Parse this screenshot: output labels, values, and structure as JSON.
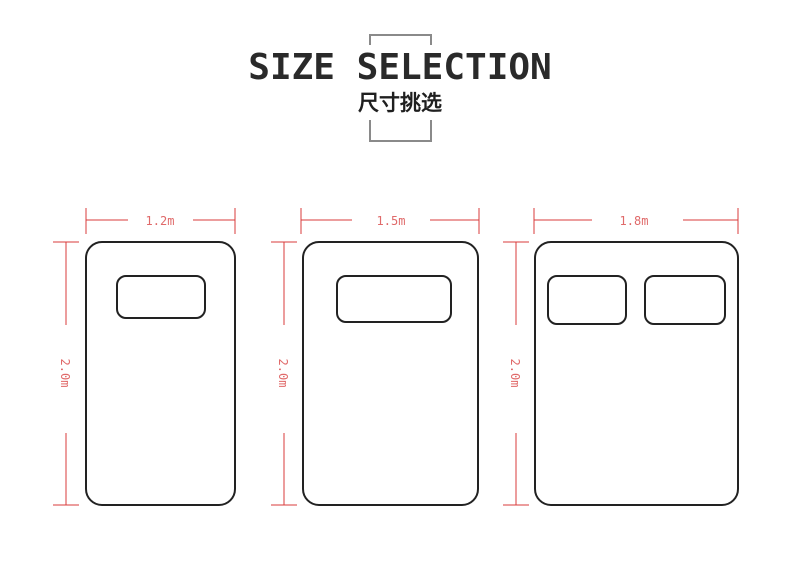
{
  "header": {
    "title": "SIZE SELECTION",
    "subtitle": "尺寸挑选"
  },
  "beds": [
    {
      "width_label": "1.2m",
      "length_label": "2.0m",
      "pillows": 1
    },
    {
      "width_label": "1.5m",
      "length_label": "2.0m",
      "pillows": 1
    },
    {
      "width_label": "1.8m",
      "length_label": "2.0m",
      "pillows": 2
    }
  ],
  "colors": {
    "dimension": "#d93b3b",
    "outline": "#222222",
    "frame": "#8a8a8a"
  }
}
